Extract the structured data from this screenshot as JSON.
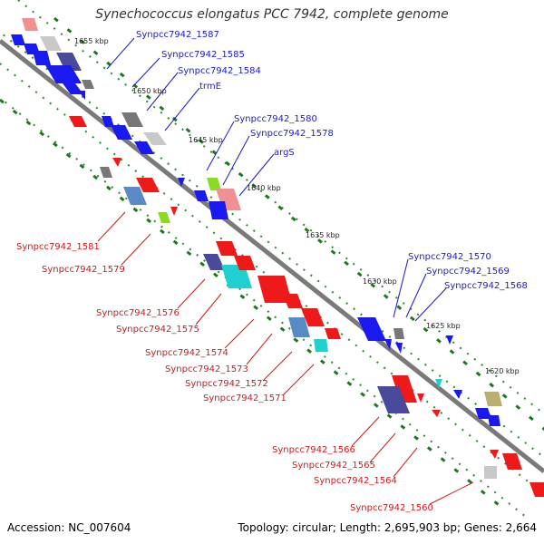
{
  "title": "Synechococcus elongatus PCC 7942, complete genome",
  "footer": {
    "accession": "Accession: NC_007604",
    "summary": "Topology: circular; Length: 2,695,903 bp; Genes: 2,664"
  },
  "kbp_marks": [
    "1655 kbp",
    "1650 kbp",
    "1645 kbp",
    "1640 kbp",
    "1635 kbp",
    "1630 kbp",
    "1625 kbp",
    "1620 kbp"
  ],
  "top_labels": [
    "Synpcc7942_1587",
    "Synpcc7942_1585",
    "Synpcc7942_1584",
    "trmE",
    "Synpcc7942_1580",
    "Synpcc7942_1578",
    "argS",
    "Synpcc7942_1570",
    "Synpcc7942_1569",
    "Synpcc7942_1568"
  ],
  "bottom_labels": [
    "Synpcc7942_1581",
    "Synpcc7942_1579",
    "Synpcc7942_1576",
    "Synpcc7942_1575",
    "Synpcc7942_1574",
    "Synpcc7942_1573",
    "Synpcc7942_1572",
    "Synpcc7942_1571",
    "Synpcc7942_1566",
    "Synpcc7942_1565",
    "Synpcc7942_1564",
    "Synpcc7942_1560"
  ],
  "colors": {
    "backbone": "#7a7a7a",
    "forward": "#1a1aee",
    "reverse": "#ee1a1a",
    "top_label": "#1a1acc",
    "bottom_label": "#cc1a1a",
    "steel": "#5a8ac6",
    "cyan": "#20d0d0",
    "slate": "#4a4a9a",
    "pink": "#f09090",
    "lightgray": "#c8c8c8",
    "darkgray": "#777777",
    "lime": "#88dd22",
    "olive": "#b8b070",
    "track_dot": "#2a8a2a"
  }
}
